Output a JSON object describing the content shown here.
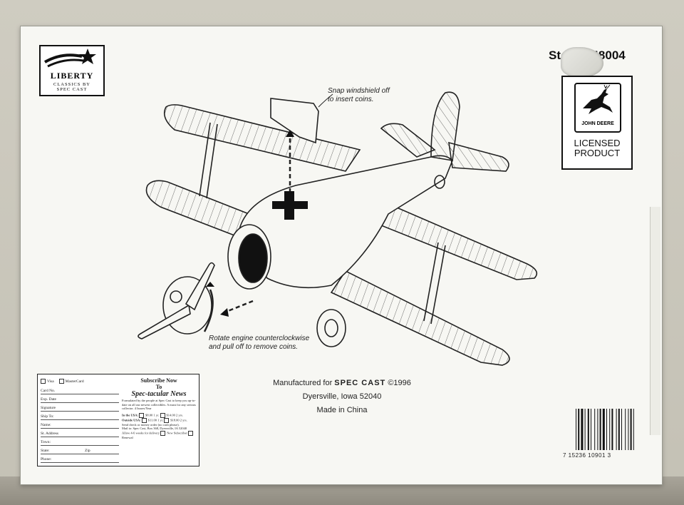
{
  "liberty_logo": {
    "name": "LIBERTY",
    "line1": "CLASSICS BY",
    "line2": "SPEC CAST"
  },
  "stock": "Stock #48004",
  "license": {
    "badge": "JOHN DEERE",
    "line1": "LICENSED",
    "line2": "PRODUCT"
  },
  "notes": {
    "windshield_1": "Snap windshield off",
    "windshield_2": "to insert coins.",
    "engine_1": "Rotate engine counterclockwise",
    "engine_2": "and pull off to remove coins."
  },
  "manufacturer": {
    "prefix": "Manufactured for",
    "brand": "SPEC CAST",
    "year": "©1996",
    "city": "Dyersville, Iowa 52040",
    "origin": "Made in China"
  },
  "form": {
    "visa": "Visa",
    "mastercard": "MasterCard",
    "fields": [
      "Card No.",
      "Exp. Date",
      "Signature",
      "Ship To:",
      "Name:",
      "St. Address",
      "Town:",
      "State:",
      "Phone:"
    ],
    "zip": "Zip",
    "title1": "Subscribe Now",
    "title2": "To",
    "title3": "Spec-tacular News",
    "blurb": "Formulated by the people at Spec Cast to keep you up-to-date on all our newest collectibles. A must for any serious collector. 4 Issues/Year",
    "usa": "In the USA:",
    "usa_1": "$8.00 1 yr.",
    "usa_2": "$14.00 2 yrs.",
    "outside": "Outside USA:",
    "out_1": "$11.00 1 yr.",
    "out_2": "$18.00 2 yrs.",
    "send": "Send check or money order (no cash please).",
    "mail": "Mail to: Spec Cast, Box 368, Dyersville, IA 52040",
    "allow": "Allow 4-6 weeks for delivery",
    "new_sub": "New Subscriber",
    "renewal": "Renewal"
  },
  "barcode_digits": "7 15236 10901 3"
}
